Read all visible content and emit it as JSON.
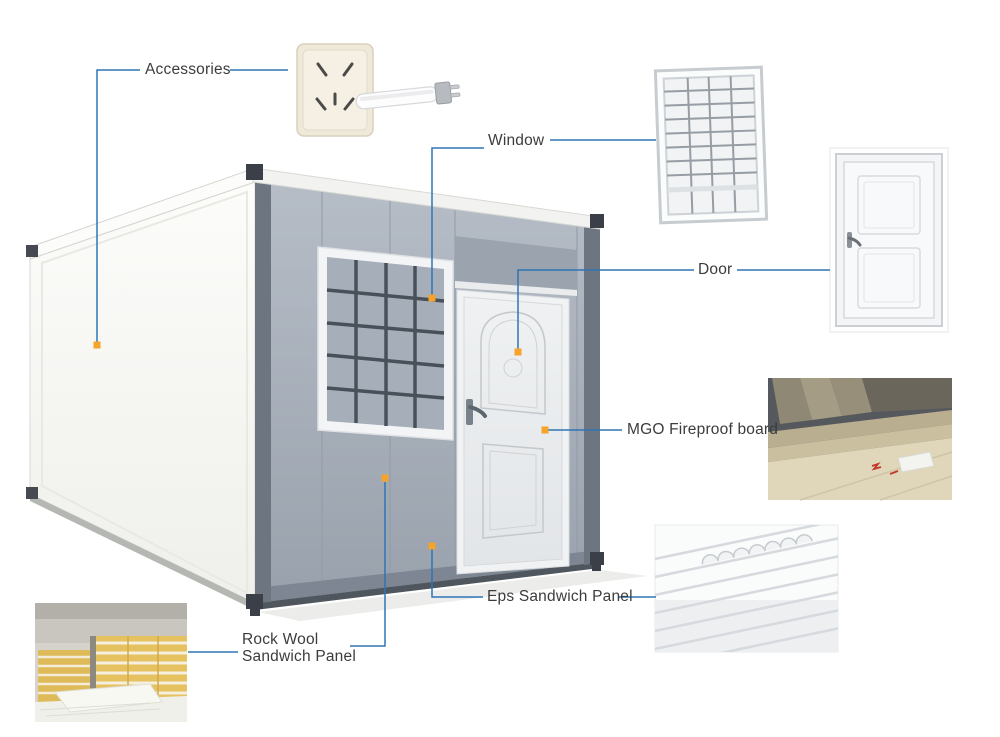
{
  "diagram": {
    "background": "#ffffff",
    "line_color": "#2e75b6",
    "marker_color": "#f5a329",
    "labels": [
      {
        "id": "accessories",
        "text": "Accessories"
      },
      {
        "id": "window",
        "text": "Window"
      },
      {
        "id": "door",
        "text": "Door"
      },
      {
        "id": "mgo_fireproof_board",
        "text": "MGO Fireproof board"
      },
      {
        "id": "eps_sandwich_panel",
        "text": "Eps Sandwich Panel"
      },
      {
        "id": "rock_wool_sandwich_panel",
        "text": "Rock Wool\nSandwich Panel"
      }
    ],
    "photos": [
      {
        "id": "accessories-photo",
        "depicts": "wall power socket and LED tube lamp"
      },
      {
        "id": "window-photo",
        "depicts": "white window with security grille"
      },
      {
        "id": "door-photo",
        "depicts": "white security door"
      },
      {
        "id": "mgo-photo",
        "depicts": "stack of MGO fireproof boards"
      },
      {
        "id": "eps-photo",
        "depicts": "EPS sandwich wall panels"
      },
      {
        "id": "rockwool-photo",
        "depicts": "stacked rock wool sandwich panels in warehouse"
      }
    ],
    "illustration": {
      "id": "container-house",
      "depicts": "prefab container house with window and door"
    }
  }
}
